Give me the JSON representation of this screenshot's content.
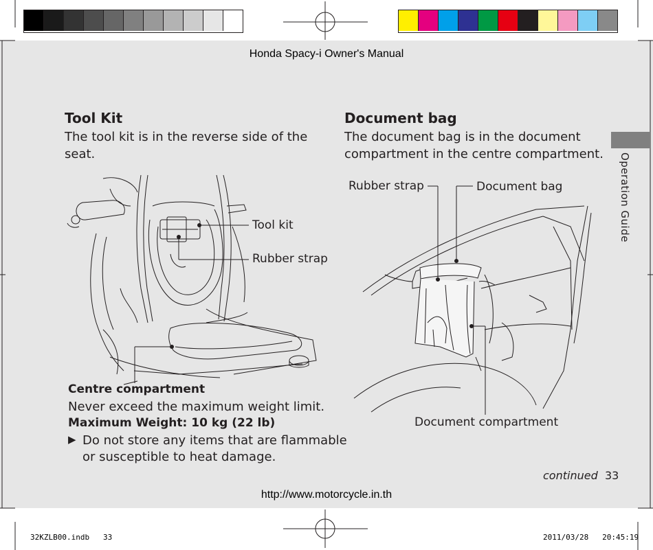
{
  "header": {
    "title": "Honda Spacy-i Owner's Manual"
  },
  "swatches": {
    "grays": [
      "#000000",
      "#1a1a1a",
      "#333333",
      "#4d4d4d",
      "#666666",
      "#808080",
      "#999999",
      "#b3b3b3",
      "#cccccc",
      "#e6e6e6",
      "#ffffff"
    ],
    "colors": [
      "#ffef00",
      "#e4007f",
      "#00a0e9",
      "#2e3192",
      "#009944",
      "#e60012",
      "#231f20",
      "#fff799",
      "#f49ac1",
      "#7ecef4",
      "#898989"
    ]
  },
  "tool_kit": {
    "heading": "Tool Kit",
    "text_line1": "The tool kit is in the reverse side of the",
    "text_line2": "seat.",
    "label_tool_kit": "Tool kit",
    "label_rubber_strap": "Rubber strap",
    "label_centre": "Centre compartment",
    "note": "Never exceed the maximum weight limit.",
    "max_weight": "Maximum Weight: 10 kg (22 lb)",
    "bullet_marker": "▶",
    "bullet_line1": "Do not store any items that are flammable",
    "bullet_line2": "or susceptible to heat damage."
  },
  "document_bag": {
    "heading": "Document bag",
    "text_line1": "The document bag is in the document",
    "text_line2": "compartment in the centre compartment.",
    "label_rubber_strap": "Rubber strap",
    "label_document_bag": "Document bag",
    "label_document_compartment": "Document compartment"
  },
  "side_tab": {
    "label": "Operation Guide"
  },
  "footer": {
    "continued": "continued",
    "page_number": "33",
    "url": "http://www.motorcycle.in.th",
    "slug_left": "32KZLB00.indb   33",
    "slug_right": "2011/03/28   20:45:19"
  }
}
